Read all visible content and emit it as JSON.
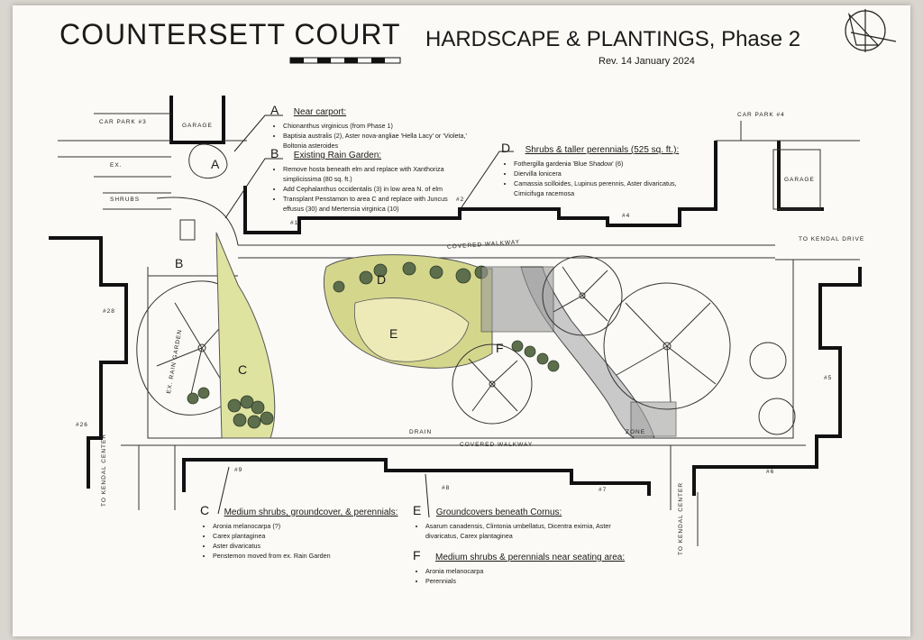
{
  "title": "COUNTERSETT COURT",
  "subtitle": "HARDSCAPE & PLANTINGS, Phase 2",
  "revision": "Rev. 14 January 2024",
  "site_labels": {
    "car_park_3": "CAR PARK #3",
    "car_park_4": "CAR PARK #4",
    "garage_left": "GARAGE",
    "garage_right": "GARAGE",
    "ex": "EX.",
    "shrubs": "SHRUBS",
    "covered_walkway_top": "COVERED WALKWAY",
    "covered_walkway_bottom": "COVERED WALKWAY",
    "to_kendal_drive": "TO KENDAL DRIVE",
    "to_kendal_center_left": "TO KENDAL CENTER",
    "to_kendal_center_right": "TO KENDAL CENTER",
    "rain_garden": "EX. RAIN GARDEN",
    "drain": "DRAIN",
    "zone": "ZONE",
    "door_markers": [
      "#1",
      "#2",
      "#4",
      "#5",
      "#6",
      "#7",
      "#8",
      "#9",
      "#26",
      "#28"
    ]
  },
  "areas": [
    "A",
    "B",
    "C",
    "D",
    "E",
    "F"
  ],
  "notes": {
    "A": {
      "letter": "A",
      "heading": "Near carport:",
      "items": [
        "Chionanthus virginicus (from Phase 1)",
        "Baptisia australis (2), Aster nova-angliae 'Hella Lacy' or 'Violeta,'",
        "Boltonia asteroides"
      ]
    },
    "B": {
      "letter": "B",
      "heading": "Existing Rain Garden:",
      "items": [
        "Remove hosta beneath elm and replace with Xanthoriza simplicissima (80 sq. ft.)",
        "Add Cephalanthus occidentalis (3) in low area N. of elm",
        "Transplant Penstamon to area C and replace with Juncus effusus (30) and Mertensia virginica (10)"
      ]
    },
    "C": {
      "letter": "C",
      "heading": "Medium shrubs, groundcover, & perennials:",
      "items": [
        "Aronia melanocarpa (?)",
        "Carex plantaginea",
        "Aster divaricatus",
        "Penstemon moved from ex. Rain Garden"
      ]
    },
    "D": {
      "letter": "D",
      "heading": "Shrubs & taller perennials (525 sq. ft.):",
      "items": [
        "Fothergilla gardenia 'Blue Shadow' (6)",
        "Diervilla lonicera",
        "Camassia scilloides, Lupinus perennis, Aster divaricatus, Cimicifuga racemosa"
      ]
    },
    "E": {
      "letter": "E",
      "heading": "Groundcovers beneath Cornus:",
      "items": [
        "Asarum canadensis, Clintonia umbellatus, Dicentra eximia, Aster divaricatus, Carex plantaginea"
      ]
    },
    "F": {
      "letter": "F",
      "heading": "Medium shrubs & perennials near seating area:",
      "items": [
        "Aronia melanocarpa",
        "Perennials"
      ]
    }
  },
  "colors": {
    "paper": "#fbfaf6",
    "ink": "#1a1a1a",
    "planting_green": "#a8b56a",
    "planting_yellow": "#e4e09a",
    "shrub": "#55684a"
  }
}
